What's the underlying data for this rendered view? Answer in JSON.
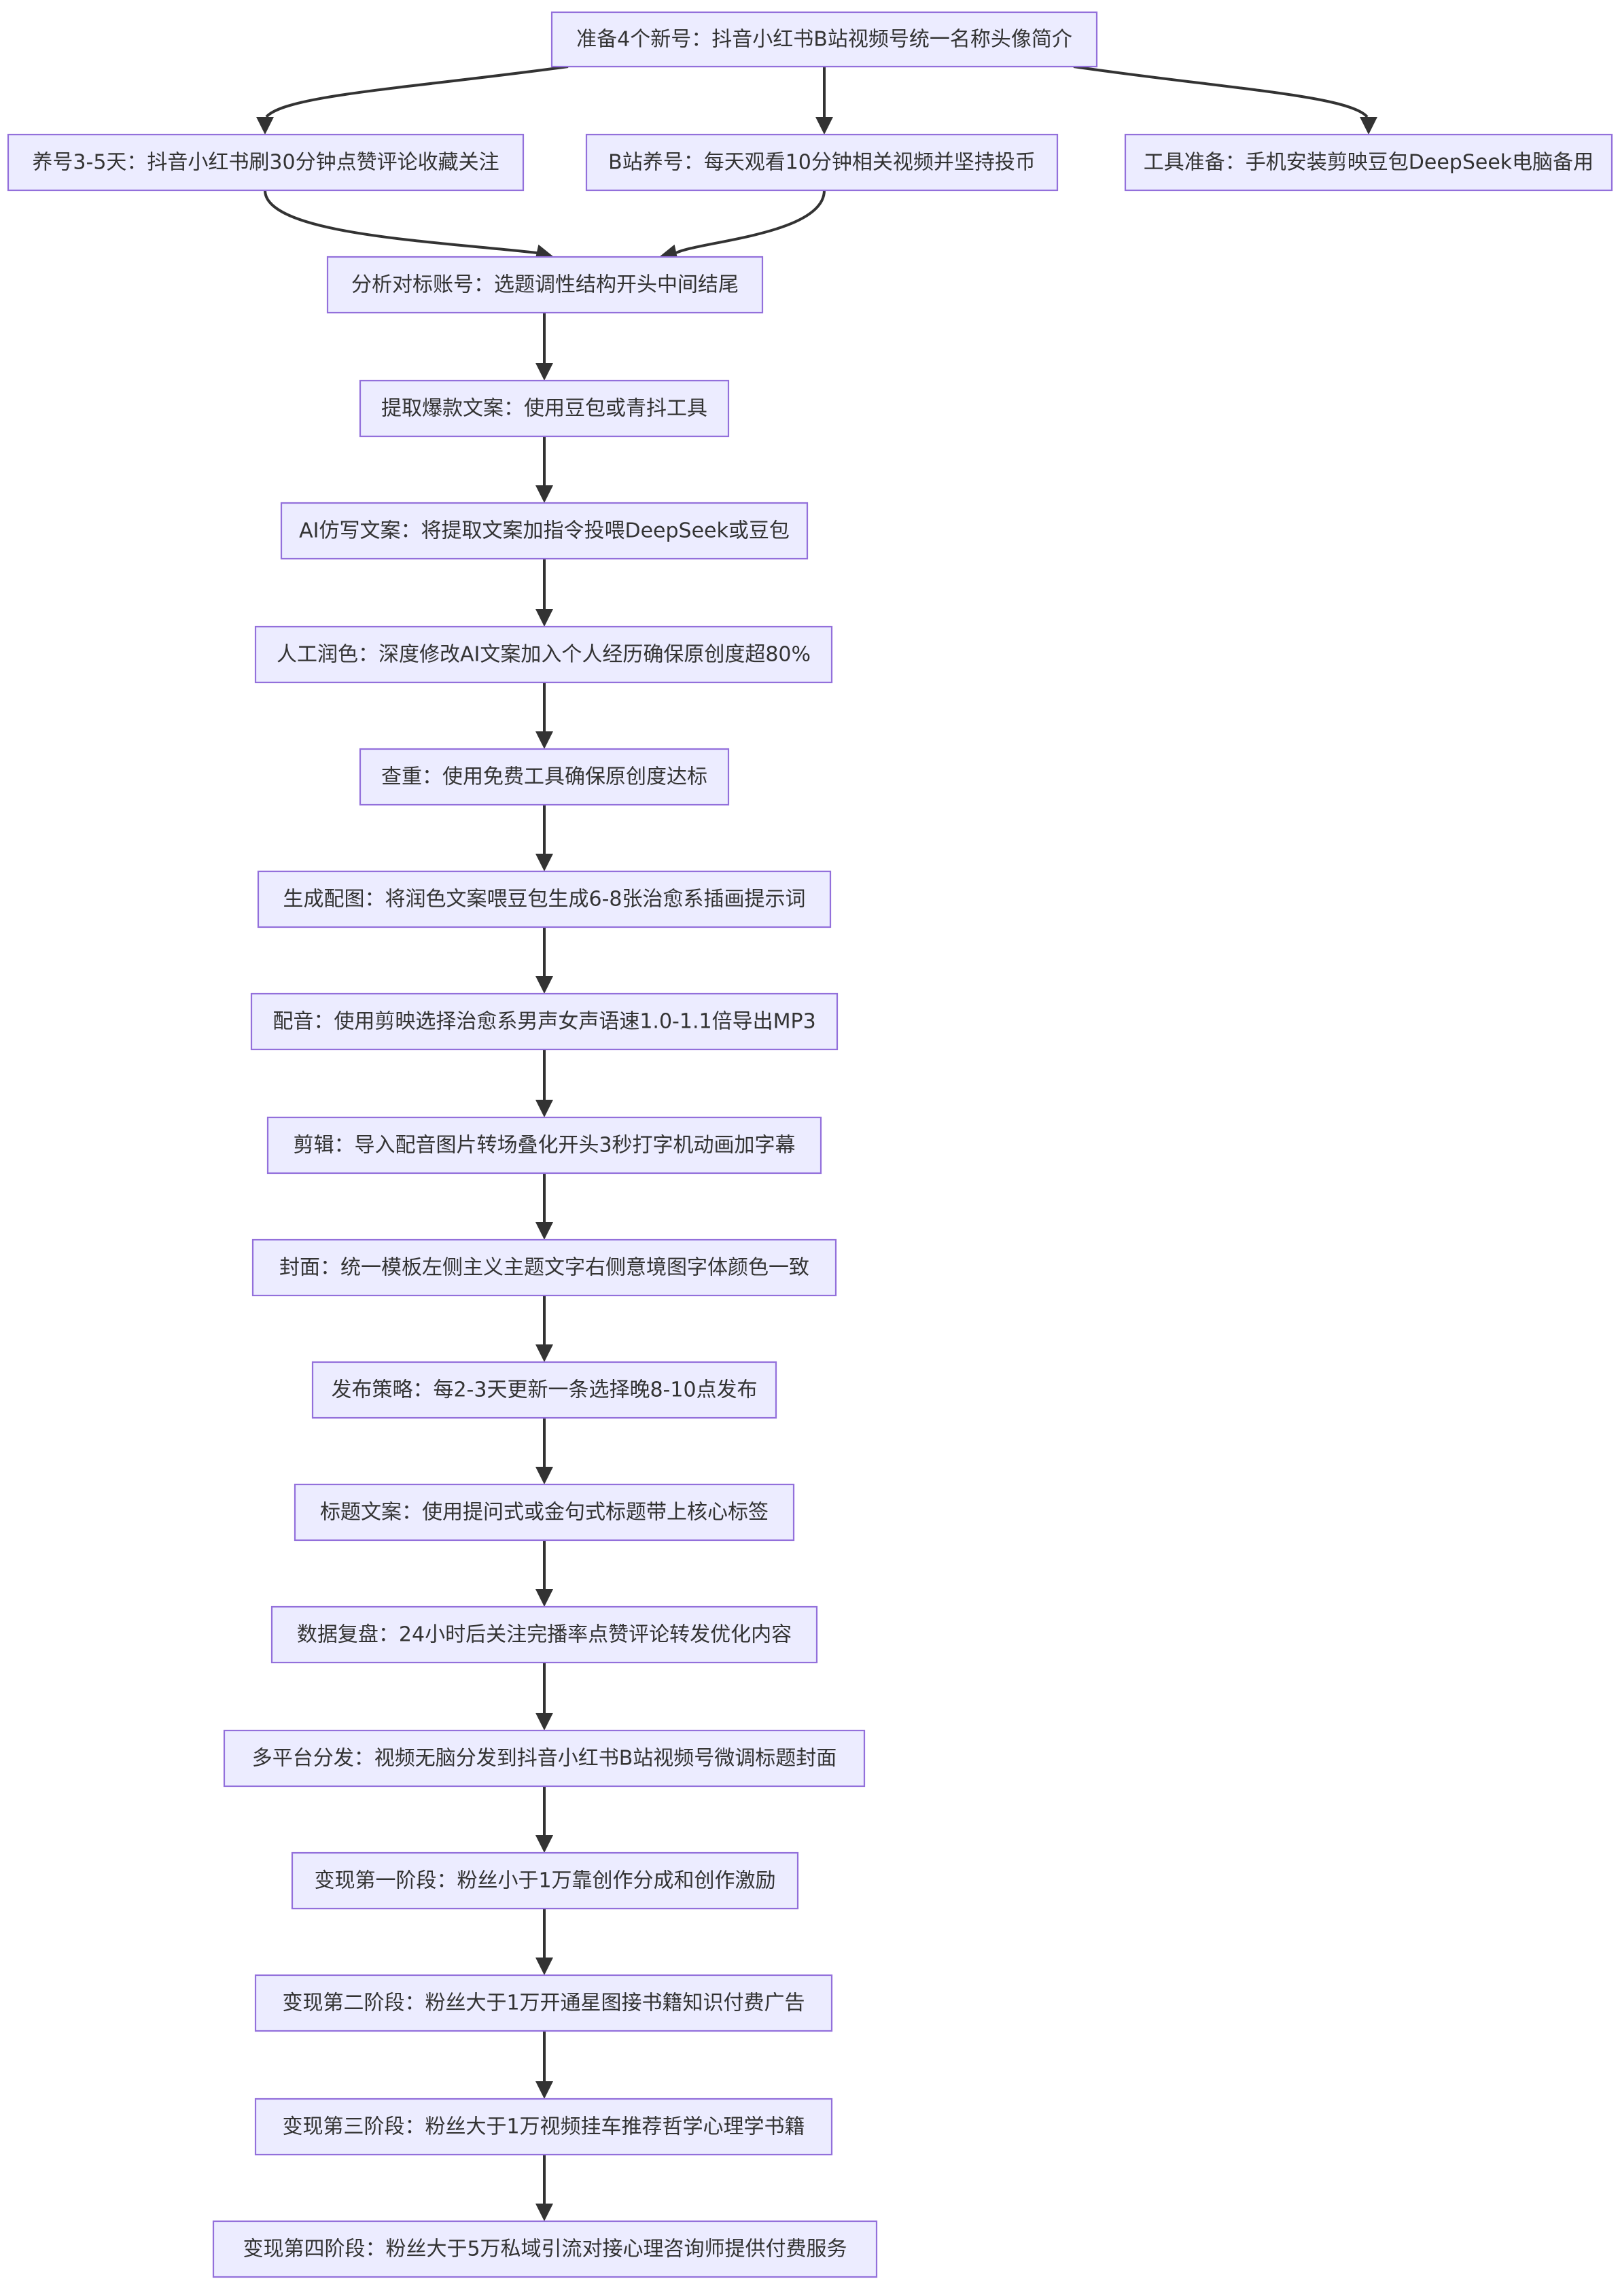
{
  "diagram": {
    "nodes": [
      {
        "id": "A",
        "label": "准备4个新号：抖音小红书B站视频号统一名称头像简介"
      },
      {
        "id": "B",
        "label": "养号3-5天：抖音小红书刷30分钟点赞评论收藏关注"
      },
      {
        "id": "C",
        "label": "B站养号：每天观看10分钟相关视频并坚持投币"
      },
      {
        "id": "D",
        "label": "工具准备：手机安装剪映豆包DeepSeek电脑备用"
      },
      {
        "id": "E",
        "label": "分析对标账号：选题调性结构开头中间结尾"
      },
      {
        "id": "F",
        "label": "提取爆款文案：使用豆包或青抖工具"
      },
      {
        "id": "G",
        "label": "AI仿写文案：将提取文案加指令投喂DeepSeek或豆包"
      },
      {
        "id": "H",
        "label": "人工润色：深度修改AI文案加入个人经历确保原创度超80%"
      },
      {
        "id": "I",
        "label": "查重：使用免费工具确保原创度达标"
      },
      {
        "id": "J",
        "label": "生成配图：将润色文案喂豆包生成6-8张治愈系插画提示词"
      },
      {
        "id": "K",
        "label": "配音：使用剪映选择治愈系男声女声语速1.0-1.1倍导出MP3"
      },
      {
        "id": "L",
        "label": "剪辑：导入配音图片转场叠化开头3秒打字机动画加字幕"
      },
      {
        "id": "M",
        "label": "封面：统一模板左侧主义主题文字右侧意境图字体颜色一致"
      },
      {
        "id": "N",
        "label": "发布策略：每2-3天更新一条选择晚8-10点发布"
      },
      {
        "id": "O",
        "label": "标题文案：使用提问式或金句式标题带上核心标签"
      },
      {
        "id": "P",
        "label": "数据复盘：24小时后关注完播率点赞评论转发优化内容"
      },
      {
        "id": "Q",
        "label": "多平台分发：视频无脑分发到抖音小红书B站视频号微调标题封面"
      },
      {
        "id": "R",
        "label": "变现第一阶段：粉丝小于1万靠创作分成和创作激励"
      },
      {
        "id": "S",
        "label": "变现第二阶段：粉丝大于1万开通星图接书籍知识付费广告"
      },
      {
        "id": "T",
        "label": "变现第三阶段：粉丝大于1万视频挂车推荐哲学心理学书籍"
      },
      {
        "id": "U",
        "label": "变现第四阶段：粉丝大于5万私域引流对接心理咨询师提供付费服务"
      }
    ],
    "edges": [
      {
        "from": "A",
        "to": "B"
      },
      {
        "from": "A",
        "to": "C"
      },
      {
        "from": "A",
        "to": "D"
      },
      {
        "from": "B",
        "to": "E"
      },
      {
        "from": "C",
        "to": "E"
      },
      {
        "from": "E",
        "to": "F"
      },
      {
        "from": "F",
        "to": "G"
      },
      {
        "from": "G",
        "to": "H"
      },
      {
        "from": "H",
        "to": "I"
      },
      {
        "from": "I",
        "to": "J"
      },
      {
        "from": "J",
        "to": "K"
      },
      {
        "from": "K",
        "to": "L"
      },
      {
        "from": "L",
        "to": "M"
      },
      {
        "from": "M",
        "to": "N"
      },
      {
        "from": "N",
        "to": "O"
      },
      {
        "from": "O",
        "to": "P"
      },
      {
        "from": "P",
        "to": "Q"
      },
      {
        "from": "Q",
        "to": "R"
      },
      {
        "from": "R",
        "to": "S"
      },
      {
        "from": "S",
        "to": "T"
      },
      {
        "from": "T",
        "to": "U"
      }
    ]
  }
}
